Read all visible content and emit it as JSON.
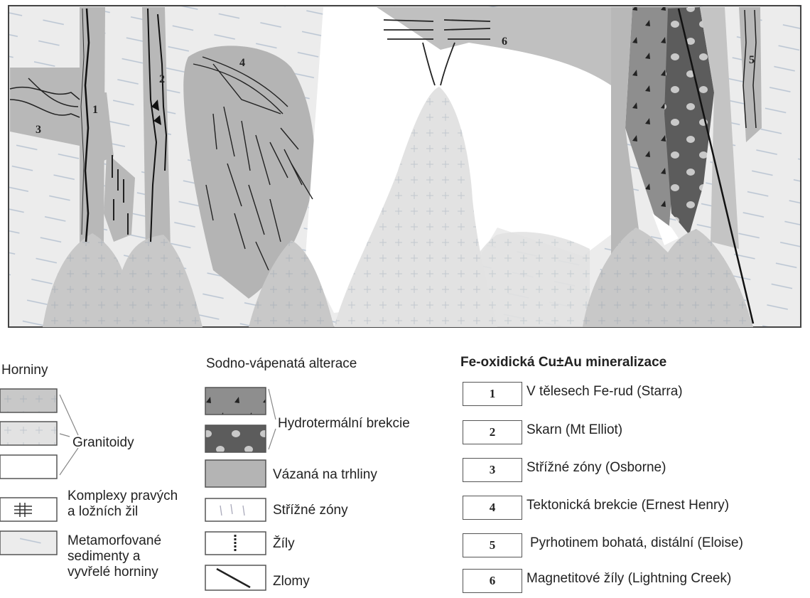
{
  "diagram": {
    "numbers": [
      "1",
      "2",
      "3",
      "4",
      "5",
      "6"
    ]
  },
  "legend": {
    "rocks": {
      "heading": "Horniny",
      "granitoids_label": "Granitoidy",
      "vein_complex_label": "Komplexy pravých\na ložních žil",
      "meta_label": "Metamorfované\nsedimenty a\nvyvřelé horniny"
    },
    "alteration": {
      "heading": "Sodno-vápenatá alterace",
      "breccia_label": "Hydrotermální brekcie",
      "fracture_label": "Vázaná na trhliny",
      "shear_label": "Střížné zóny",
      "veins_label": "Žíly",
      "faults_label": "Zlomy"
    },
    "mineralization": {
      "heading": "Fe-oxidická Cu±Au mineralizace",
      "items": [
        {
          "num": "1",
          "label": "V tělesech Fe-rud (Starra)"
        },
        {
          "num": "2",
          "label": "Skarn (Mt Elliot)"
        },
        {
          "num": "3",
          "label": "Střížné zóny (Osborne)"
        },
        {
          "num": "4",
          "label": "Tektonická brekcie (Ernest Henry)"
        },
        {
          "num": "5",
          "label": "Pyrhotinem bohatá, distální (Eloise)"
        },
        {
          "num": "6",
          "label": "Magnetitové žíly (Lightning Creek)"
        }
      ]
    }
  },
  "colors": {
    "metasediment": "#e8e8e8",
    "granitoid": "#c6c6c6",
    "alteration": "#b4b4b4",
    "breccia_light": "#8e8e8e",
    "breccia_dark": "#5c5c5c",
    "outline": "#333333"
  }
}
